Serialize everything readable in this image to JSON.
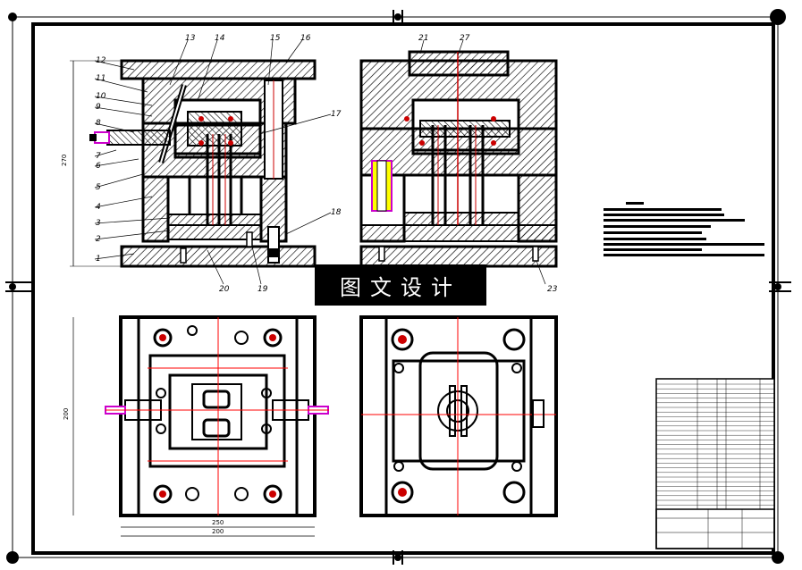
{
  "drawing": {
    "part_labels_left": [
      "1",
      "2",
      "3",
      "4",
      "5",
      "6",
      "7",
      "8",
      "9",
      "10",
      "11",
      "12"
    ],
    "part_labels_top": [
      "13",
      "14",
      "15",
      "16",
      "21",
      "27"
    ],
    "part_labels_right": [
      "17",
      "18"
    ],
    "part_labels_bottom": [
      "20",
      "19",
      "23"
    ],
    "dim_height_left": "270",
    "dim_height_plan": "200",
    "dim_width_inner": "250",
    "dim_width_outer": "200"
  },
  "watermark": {
    "text": "图文设计"
  },
  "colors": {
    "line": "#000000",
    "hatch": "#000000",
    "center_line": "#ff0000",
    "magenta": "#cc00cc",
    "yellow": "#ffff00",
    "background": "#ffffff"
  }
}
